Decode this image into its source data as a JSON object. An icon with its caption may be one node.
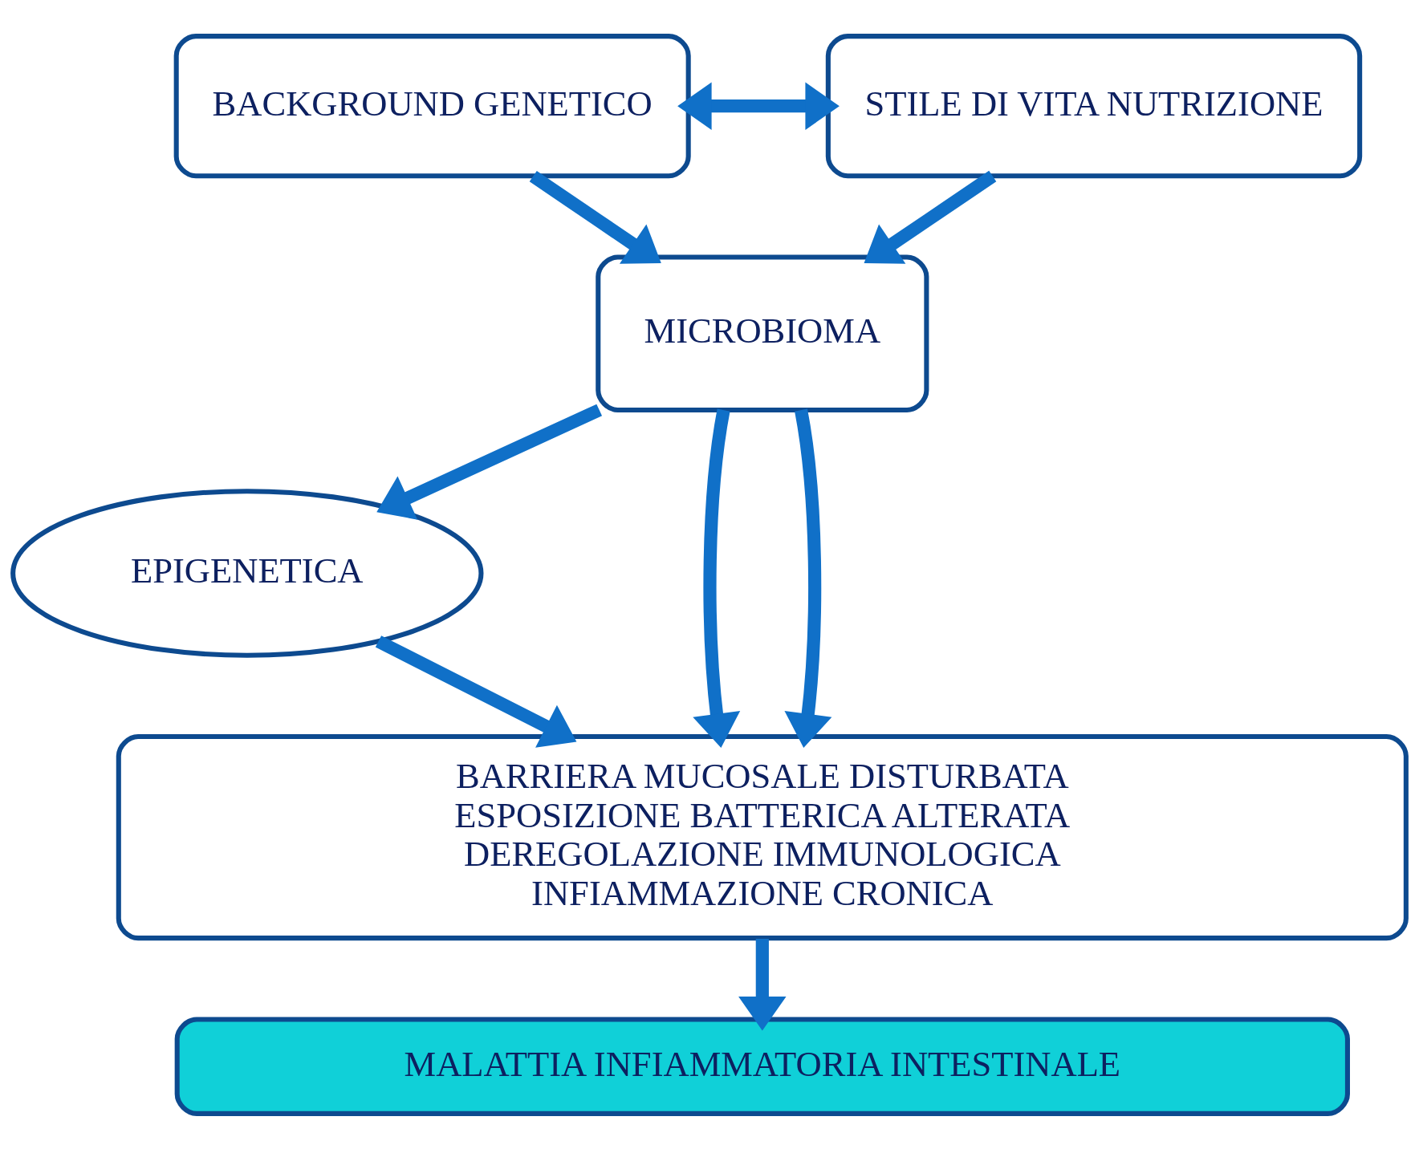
{
  "diagram": {
    "nodes": [
      {
        "text": [
          "BACKGROUND GENETICO"
        ]
      },
      {
        "text": [
          "STILE DI VITA NUTRIZIONE"
        ]
      },
      {
        "text": [
          "MICROBIOMA"
        ]
      },
      {
        "text": [
          "EPIGENETICA"
        ]
      },
      {
        "text": [
          "BARRIERA MUCOSALE DISTURBATA",
          "ESPOSIZIONE BATTERICA ALTERATA",
          "DEREGOLAZIONE IMMUNOLOGICA",
          "INFIAMMAZIONE CRONICA"
        ]
      },
      {
        "text": [
          "MALATTIA INFIAMMATORIA INTESTINALE"
        ]
      }
    ],
    "edges": [
      {
        "from": 0,
        "to": 1,
        "arrow": "both"
      },
      {
        "from": 0,
        "to": 2,
        "arrow": "to"
      },
      {
        "from": 1,
        "to": 2,
        "arrow": "to"
      },
      {
        "from": 2,
        "to": 3,
        "arrow": "to"
      },
      {
        "from": 2,
        "to": 4,
        "arrow": "to"
      },
      {
        "from": 2,
        "to": 4,
        "arrow": "to"
      },
      {
        "from": 3,
        "to": 4,
        "arrow": "to"
      },
      {
        "from": 4,
        "to": 5,
        "arrow": "to"
      }
    ]
  }
}
